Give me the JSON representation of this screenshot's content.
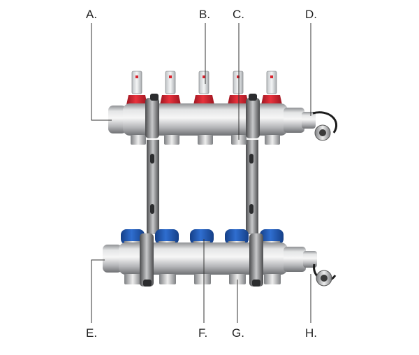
{
  "labels": {
    "a": "A.",
    "b": "B.",
    "c": "C.",
    "d": "D.",
    "e": "E.",
    "f": "F.",
    "g": "G.",
    "h": "H."
  },
  "colors": {
    "flowmeter_red": "#d9232e",
    "valve_cap_blue": "#1f57b5",
    "steel": "#b9babc",
    "leader_line": "#333333"
  }
}
